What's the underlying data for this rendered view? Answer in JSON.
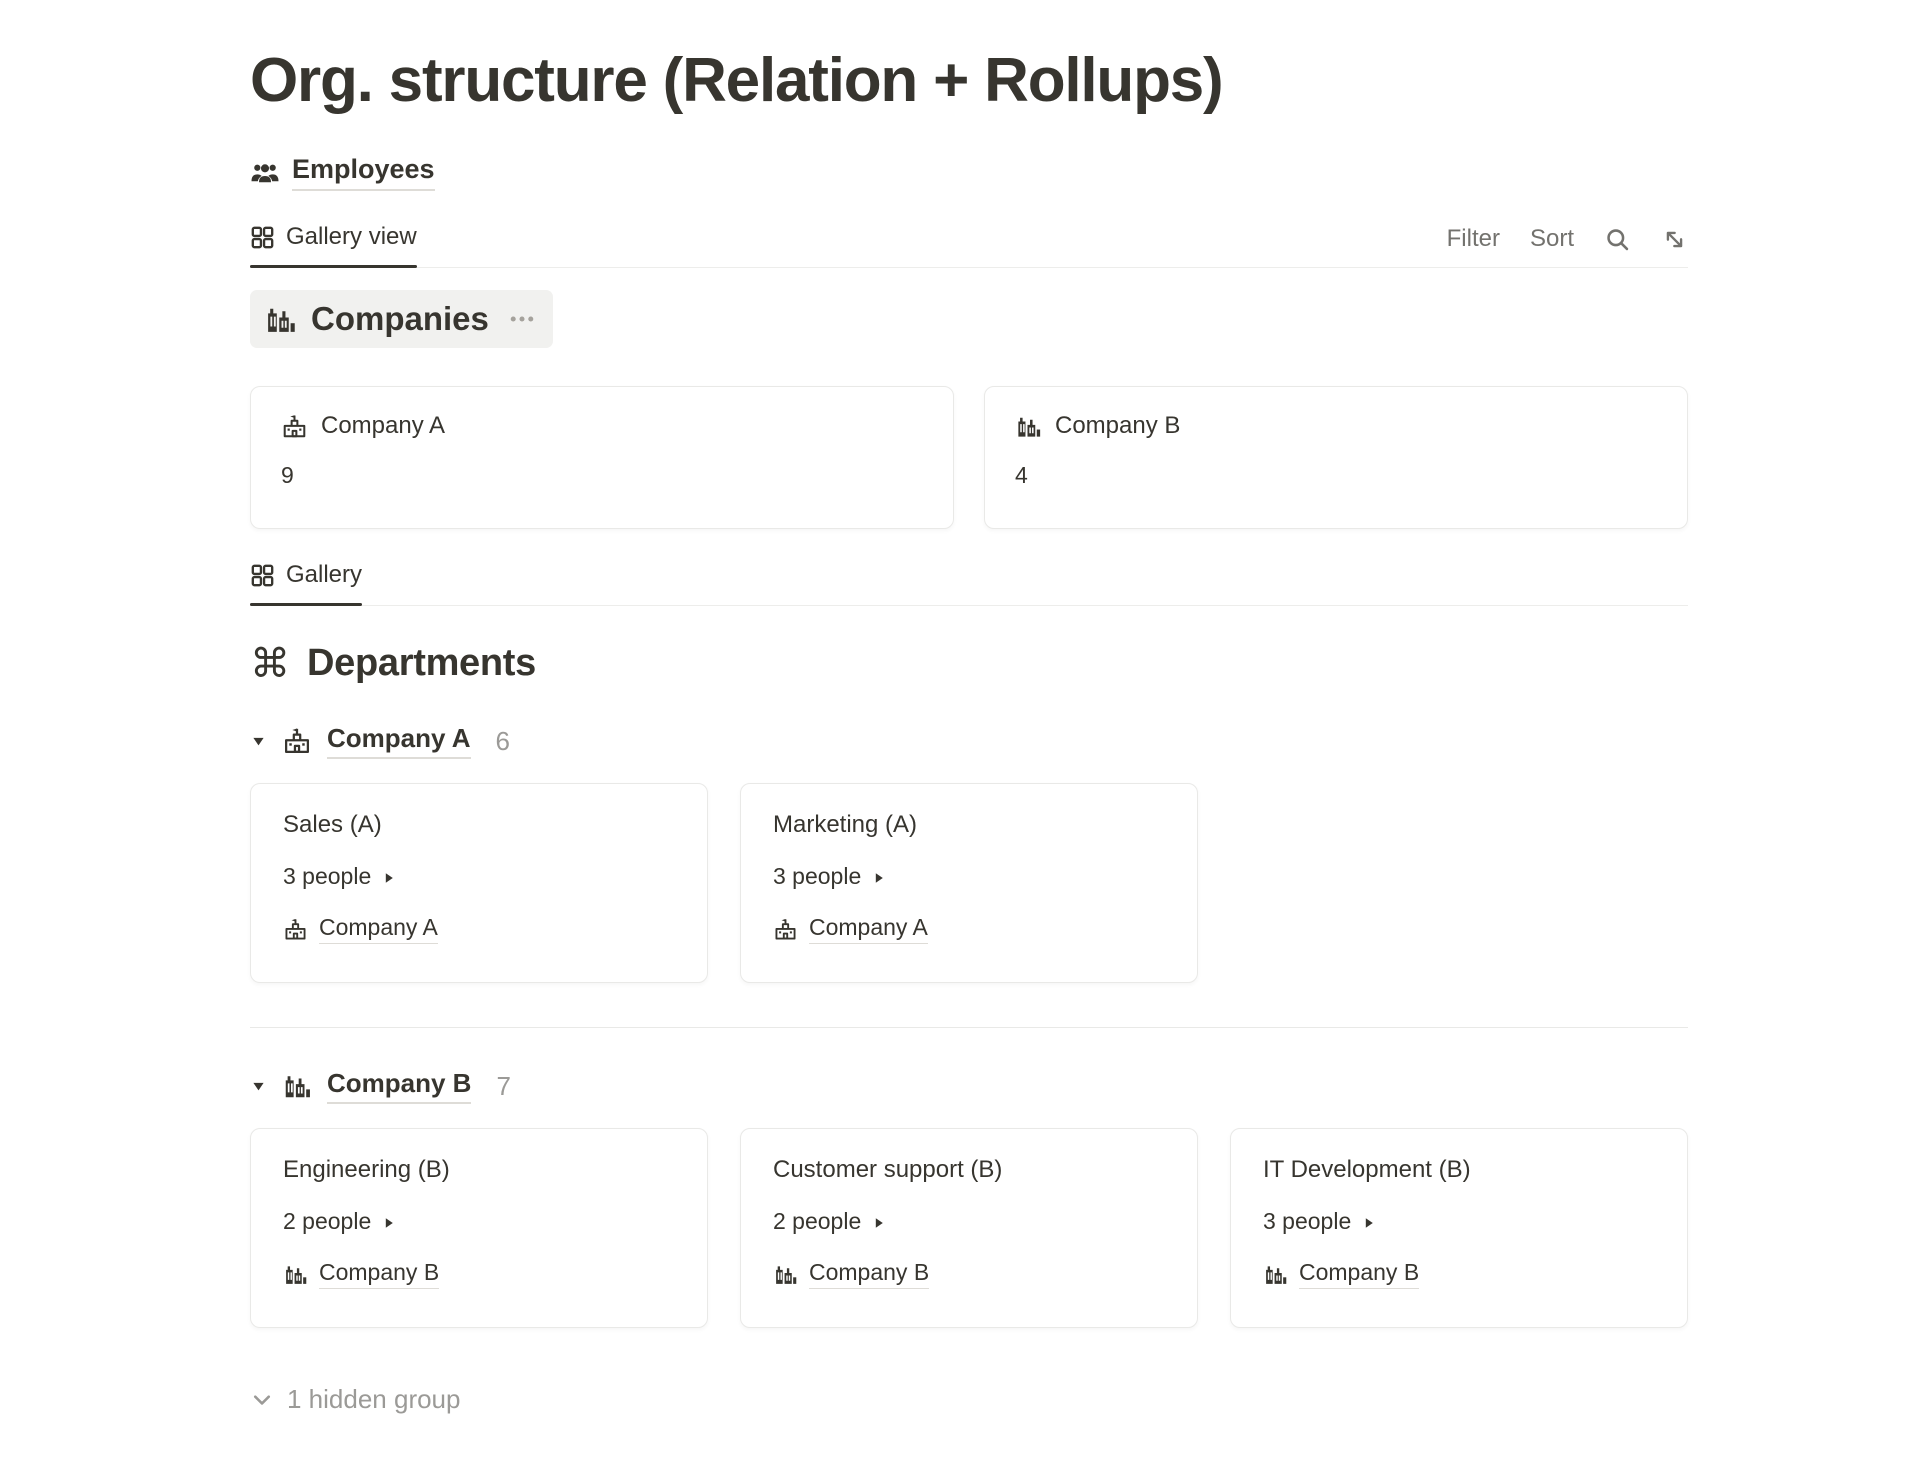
{
  "colors": {
    "text_primary": "#37352f",
    "text_secondary": "#73726e",
    "count_gray": "#9b9a97",
    "card_border": "#e9e9e7",
    "chip_background": "#f1f1ef",
    "tab_underline": "#37352f"
  },
  "page": {
    "title": "Org. structure (Relation + Rollups)"
  },
  "source_db": {
    "label": "Employees",
    "icon": "people-icon"
  },
  "toolbar": {
    "tab_label": "Gallery view",
    "tab_icon": "gallery-grid-icon",
    "filter_label": "Filter",
    "sort_label": "Sort",
    "icons": [
      "search-icon",
      "expand-icon"
    ]
  },
  "companies_section": {
    "title": "Companies",
    "title_icon": "city-buildings-icon",
    "more_icon": "more-options-dots-icon",
    "cards": [
      {
        "name": "Company A",
        "icon": "school-building-icon",
        "rollup_count": "9"
      },
      {
        "name": "Company B",
        "icon": "city-buildings-icon",
        "rollup_count": "4"
      }
    ]
  },
  "departments_section": {
    "tab_label": "Gallery",
    "tab_icon": "gallery-grid-icon",
    "title": "Departments",
    "title_icon": "command-icon",
    "command_glyph": "⌘",
    "groups": [
      {
        "name": "Company A",
        "icon": "school-building-icon",
        "count": "6",
        "cards": [
          {
            "title": "Sales (A)",
            "people": "3 people",
            "company": "Company A",
            "company_icon": "school-building-icon"
          },
          {
            "title": "Marketing (A)",
            "people": "3 people",
            "company": "Company A",
            "company_icon": "school-building-icon"
          }
        ]
      },
      {
        "name": "Company B",
        "icon": "city-buildings-icon",
        "count": "7",
        "cards": [
          {
            "title": "Engineering (B)",
            "people": "2 people",
            "company": "Company B",
            "company_icon": "city-buildings-icon"
          },
          {
            "title": "Customer support (B)",
            "people": "2 people",
            "company": "Company B",
            "company_icon": "city-buildings-icon"
          },
          {
            "title": "IT Development (B)",
            "people": "3 people",
            "company": "Company B",
            "company_icon": "city-buildings-icon"
          }
        ]
      }
    ],
    "hidden_group_label": "1 hidden group"
  }
}
